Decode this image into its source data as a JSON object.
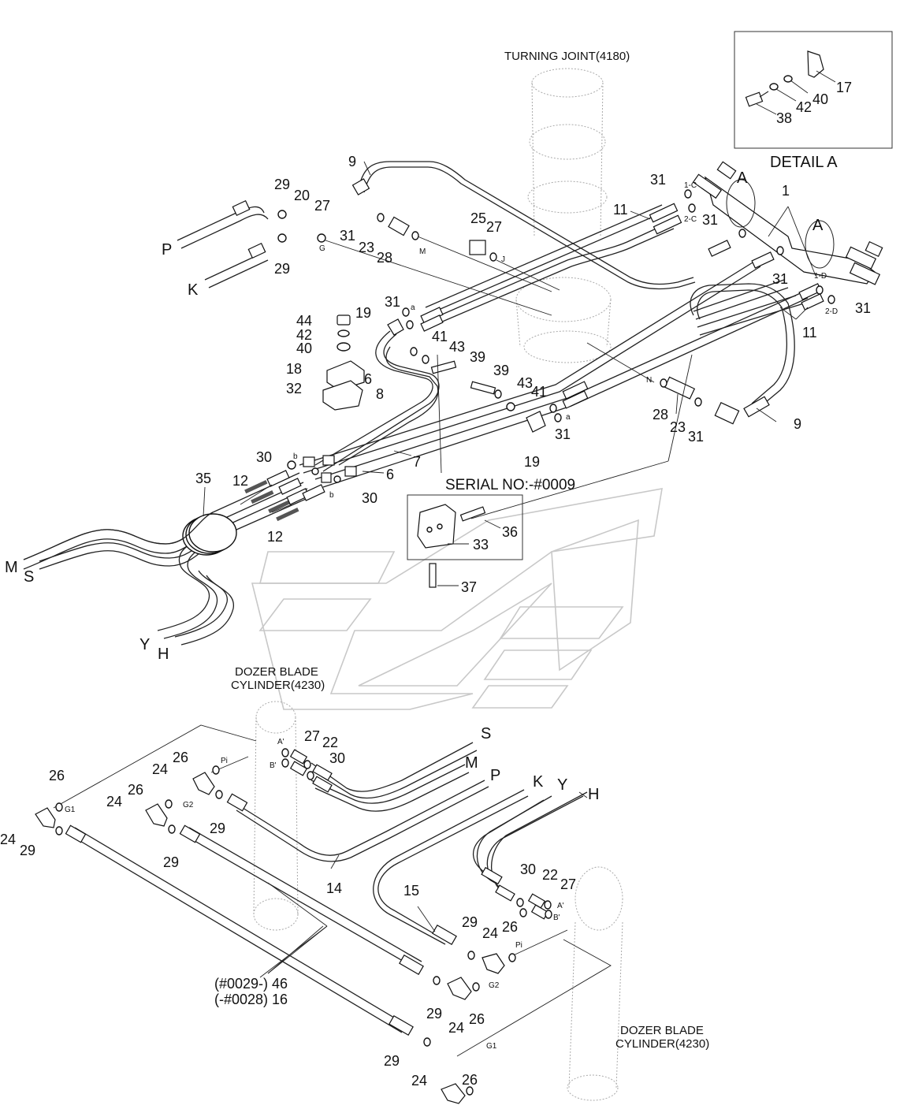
{
  "components": {
    "turning_joint": "TURNING JOINT(4180)",
    "dozer_blade_cylinder_top": "DOZER BLADE\nCYLINDER(4230)",
    "dozer_blade_cylinder_bottom": "DOZER BLADE\nCYLINDER(4230)"
  },
  "detail": {
    "title": "DETAIL A",
    "marker": "A",
    "parts": [
      "17",
      "38",
      "40",
      "42"
    ]
  },
  "serial_note": "SERIAL NO:-#0009",
  "line_ports": [
    "P",
    "K",
    "M",
    "S",
    "Y",
    "H"
  ],
  "port_marks": [
    "G",
    "M",
    "J",
    "N",
    "a",
    "b",
    "1-C",
    "2-C",
    "1-D",
    "2-D",
    "A'",
    "B'",
    "Pi",
    "G1",
    "G2"
  ],
  "variant_labels": [
    "(#0029-) 46",
    "(-#0028) 16"
  ],
  "part_numbers": [
    "1",
    "6",
    "7",
    "8",
    "9",
    "11",
    "12",
    "14",
    "15",
    "17",
    "18",
    "19",
    "20",
    "22",
    "23",
    "24",
    "25",
    "26",
    "27",
    "28",
    "29",
    "30",
    "31",
    "32",
    "33",
    "35",
    "36",
    "37",
    "38",
    "39",
    "40",
    "41",
    "42",
    "43",
    "44"
  ]
}
